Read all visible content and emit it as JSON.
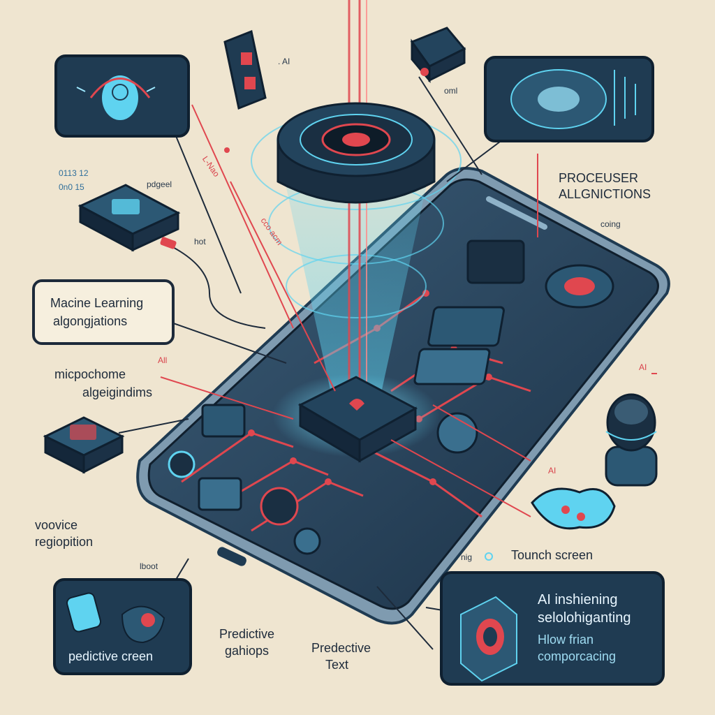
{
  "labels": {
    "ai_top": ". AI",
    "oml": "oml",
    "processor_line1": "PROCEUSER",
    "processor_line2": "ALLGNICTIONS",
    "pdgeel": "pdgeel",
    "hot": "hot",
    "ml_line1": "Macine Learning",
    "ml_line2": "algongjations",
    "mic_line1": "micpochome",
    "mic_line2": "algeigindims",
    "ai_left": "All",
    "ai_right": "AI",
    "ai_mid": "AI",
    "voice_line1": "voovice",
    "voice_line2": "regiopition",
    "touch": "Tounch screen",
    "nig": "nig",
    "lboot": "lboot",
    "pred_left": "pedictive creen",
    "pred_mid_line1": "Predictive",
    "pred_mid_line2": "gahiops",
    "pred_text_line1": "Predective",
    "pred_text_line2": "Text",
    "ai_box_line1": "AI inshiening",
    "ai_box_line2": "selolohiganting",
    "ai_box_line3": "Hlow frian",
    "ai_box_line4": "comporcacing",
    "codes_left_1": "0113 12",
    "codes_left_2": "0n0 15",
    "tag_red": "L-Nao",
    "tag_code": "cco acm",
    "coing": "coing"
  },
  "colors": {
    "background": "#efe5d0",
    "panel": "#1f3b52",
    "panel_light": "#2c5874",
    "accent_red": "#e0474f",
    "accent_cyan": "#5fd3f0",
    "ink": "#1d2a3a"
  },
  "icons": {
    "chip": "processor-chip-icon",
    "mic": "microphone-icon",
    "face": "face-recognition-icon",
    "camera": "camera-lens-icon"
  }
}
